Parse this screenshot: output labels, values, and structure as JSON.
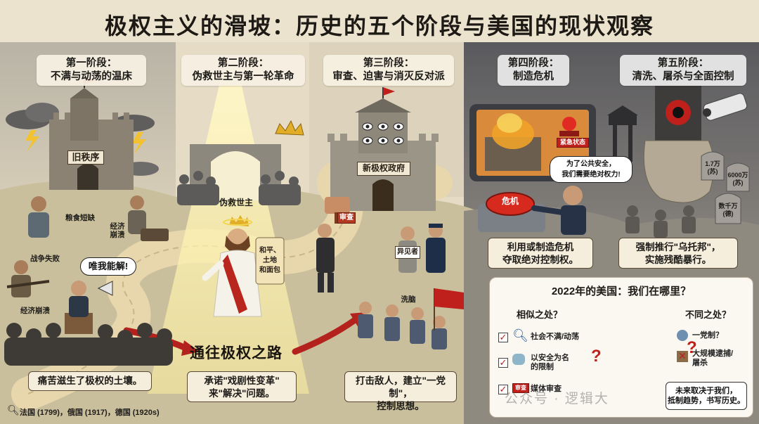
{
  "title": "极权主义的滑坡：历史的五个阶段与美国的现状观察",
  "stages": [
    {
      "heading_line1": "第一阶段：",
      "heading_line2": "不满与动荡的温床",
      "caption": "痛苦滋生了极权的土壤。"
    },
    {
      "heading_line1": "第二阶段：",
      "heading_line2": "伪救世主与第一轮革命",
      "caption_line1": "承诺\"戏剧性变革\"",
      "caption_line2": "来\"解决\"问题。"
    },
    {
      "heading_line1": "第三阶段：",
      "heading_line2": "审查、迫害与消灭反对派",
      "caption_line1": "打击敌人，建立\"一党制\"，",
      "caption_line2": "控制思想。"
    },
    {
      "heading_line1": "第四阶段：",
      "heading_line2": "制造危机",
      "caption_line1": "利用或制造危机",
      "caption_line2": "夺取绝对控制权。"
    },
    {
      "heading_line1": "第五阶段：",
      "heading_line2": "清洗、屠杀与全面控制",
      "caption_line1": "强制推行\"乌托邦\"，",
      "caption_line2": "实施残酷暴行。"
    }
  ],
  "scene_labels": {
    "old_order": "旧秩序",
    "food_shortage": "粮食短缺",
    "economic_collapse_1": "经济崩溃",
    "war_failure": "战争失败",
    "economic_collapse_2": "经济崩溃",
    "only_i_can_fix": "唯我能解!",
    "false_savior": "伪救世主",
    "scroll_line1": "和平、",
    "scroll_line2": "土地",
    "scroll_line3": "和面包",
    "new_regime": "新极权政府",
    "censor_stamp": "审查",
    "dissident": "异见者",
    "brainwash": "洗脑",
    "emergency": "紧急状态",
    "crisis_button": "危机",
    "crisis_speech_line1": "为了公共安全，",
    "crisis_speech_line2": "我们需要绝对权力!",
    "gravestone_1_line1": "1.7万",
    "gravestone_1_line2": "(苏)",
    "gravestone_2_line1": "6000万",
    "gravestone_2_line2": "(苏)",
    "gravestone_3_line1": "数千万",
    "gravestone_3_line2": "(德)"
  },
  "road_label": "通往极权之路",
  "footer_text": "法国 (1799)，俄国 (1917)，德国 (1920s)",
  "watermark": "公众号 · 逻辑大",
  "panel": {
    "title": "2022年的美国：我们在哪里？",
    "similar_heading": "相似之处？",
    "different_heading": "不同之处？",
    "similar_items": [
      {
        "text": "社会不满/动荡"
      },
      {
        "text_line1": "以安全为名",
        "text_line2": "的限制"
      },
      {
        "text": "媒体审查"
      }
    ],
    "different_items": [
      {
        "text": "一党制？"
      },
      {
        "text_line1": "大规模逮捕/",
        "text_line2": "屠杀"
      }
    ],
    "conclusion_line1": "未来取决于我们，",
    "conclusion_line2": "抵制趋势，书写历史。",
    "censor_tag": "审查"
  },
  "colors": {
    "accent_red": "#c0201c",
    "road": "#e2cfa5",
    "dark_sky": "#4f4f52",
    "spotlight": "#fff6b8"
  }
}
